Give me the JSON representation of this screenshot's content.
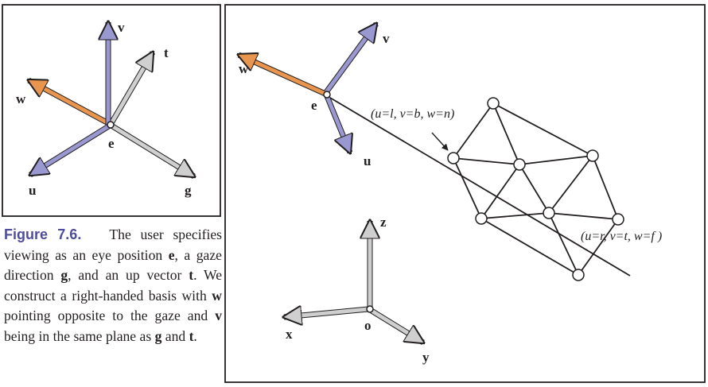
{
  "figure": {
    "number": "Figure 7.6.",
    "caption_parts": [
      "The user specifies viewing as an eye position ",
      "e",
      ", a gaze direction ",
      "g",
      ", and an up vector ",
      "t",
      ".  We construct a right-handed basis with ",
      "w",
      " pointing opposite to the gaze and ",
      "v",
      " being in the same plane as ",
      "g",
      " and ",
      "t",
      "."
    ]
  },
  "left_panel": {
    "labels": {
      "v": "v",
      "t": "t",
      "w": "w",
      "e": "e",
      "u": "u",
      "g": "g"
    }
  },
  "right_panel": {
    "labels": {
      "w": "w",
      "v": "v",
      "e": "e",
      "u": "u",
      "z": "z",
      "x": "x",
      "o": "o",
      "y": "y"
    },
    "corner_near": "(u=l, v=b, w=n)",
    "corner_far": "(u=r, v=t, w=f )"
  },
  "colors": {
    "w_arrow": "#e8964f",
    "uv_arrow": "#9a98d0",
    "gray_arrow": "#cfcfcf",
    "caption_accent": "#4d4d9a"
  }
}
